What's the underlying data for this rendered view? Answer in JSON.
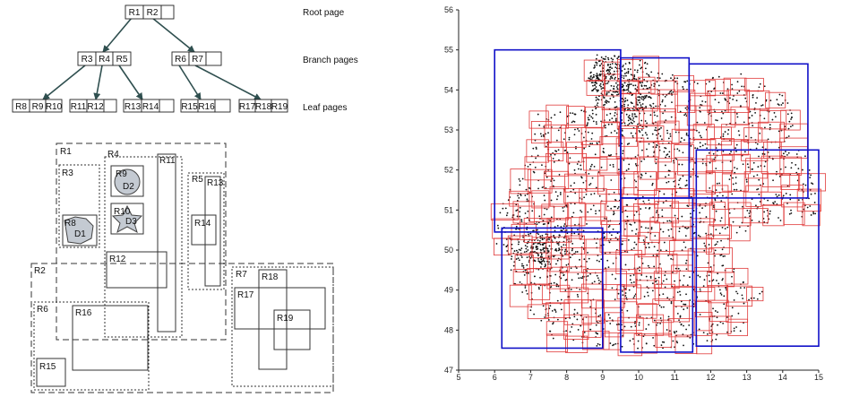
{
  "tree": {
    "level_labels": [
      "Root page",
      "Branch pages",
      "Leaf pages"
    ],
    "root": [
      "R1",
      "R2",
      ""
    ],
    "branches": [
      [
        "R3",
        "R4",
        "R5"
      ],
      [
        "R6",
        "R7",
        ""
      ]
    ],
    "leaves": [
      [
        "R8",
        "R9",
        "R10"
      ],
      [
        "R11",
        "R12",
        ""
      ],
      [
        "R13",
        "R14",
        ""
      ],
      [
        "R15",
        "R16",
        ""
      ],
      [
        "R17",
        "R18",
        "R19"
      ]
    ]
  },
  "regions": {
    "rect_labels": [
      "R1",
      "R2",
      "R3",
      "R4",
      "R5",
      "R6",
      "R7",
      "R8",
      "R9",
      "R10",
      "R11",
      "R12",
      "R13",
      "R14",
      "R15",
      "R16",
      "R17",
      "R18",
      "R19"
    ],
    "object_labels": [
      "D1",
      "D2",
      "D3"
    ]
  },
  "colors": {
    "node_border": "#222222",
    "arrow": "#2f4f4f",
    "leaf_mbr": "#e03a3a",
    "top_mbr": "#1010c8",
    "points": "#111111"
  },
  "chart_data": {
    "type": "scatter",
    "x_ticks": [
      "5",
      "6",
      "7",
      "8",
      "9",
      "10",
      "11",
      "12",
      "13",
      "14",
      "15"
    ],
    "y_ticks": [
      "47",
      "48",
      "49",
      "50",
      "51",
      "52",
      "53",
      "54",
      "55",
      "56"
    ],
    "xlim": [
      5,
      15
    ],
    "ylim": [
      47,
      56
    ],
    "top_level_rectangles": [
      {
        "x0": 6.0,
        "x1": 9.5,
        "y0": 50.45,
        "y1": 55.0
      },
      {
        "x0": 9.5,
        "x1": 11.4,
        "y0": 51.3,
        "y1": 54.8
      },
      {
        "x0": 11.4,
        "x1": 14.7,
        "y0": 51.3,
        "y1": 54.65
      },
      {
        "x0": 11.6,
        "x1": 15.0,
        "y0": 47.6,
        "y1": 52.5
      },
      {
        "x0": 6.2,
        "x1": 9.0,
        "y0": 47.55,
        "y1": 50.55
      },
      {
        "x0": 9.5,
        "x1": 11.5,
        "y0": 47.45,
        "y1": 51.3
      }
    ],
    "clusters": [
      {
        "cx": 7.3,
        "cy": 50.0,
        "sx": 0.45,
        "sy": 0.35
      },
      {
        "cx": 9.9,
        "cy": 53.8,
        "sx": 0.5,
        "sy": 0.5
      },
      {
        "cx": 8.8,
        "cy": 54.3,
        "sx": 0.4,
        "sy": 0.3
      }
    ]
  }
}
